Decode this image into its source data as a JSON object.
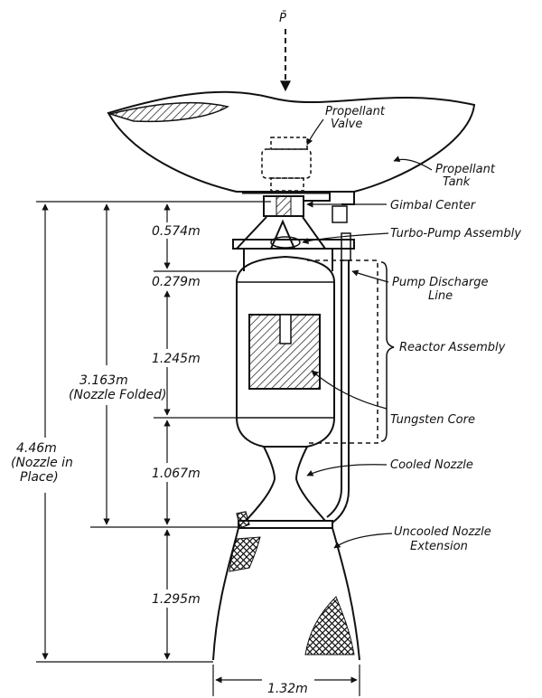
{
  "thrust_label": "P̄",
  "labels": {
    "propellant_valve_1": "Propellant",
    "propellant_valve_2": "Valve",
    "propellant_tank_1": "Propellant",
    "propellant_tank_2": "Tank",
    "gimbal_center": "Gimbal Center",
    "turbo_pump": "Turbo-Pump Assembly",
    "pump_discharge_1": "Pump Discharge",
    "pump_discharge_2": "Line",
    "reactor_assembly": "Reactor Assembly",
    "tungsten_core": "Tungsten Core",
    "cooled_nozzle": "Cooled Nozzle",
    "uncooled_ext_1": "Uncooled  Nozzle",
    "uncooled_ext_2": "Extension"
  },
  "dimensions": {
    "d1": "0.574m",
    "d2": "0.279m",
    "d3": "1.245m",
    "d4": "1.067m",
    "d5": "1.295m",
    "width": "1.32m",
    "folded_1": "3.163m",
    "folded_2": "(Nozzle Folded)",
    "overall_1": "4.46m",
    "overall_2": "(Nozzle in",
    "overall_3": "Place)"
  }
}
